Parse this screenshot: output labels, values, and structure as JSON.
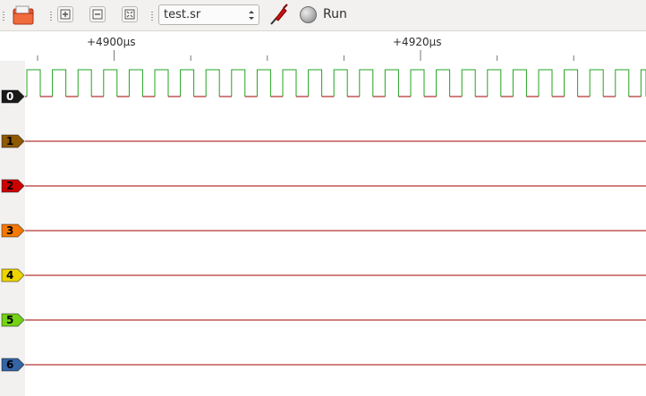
{
  "toolbar": {
    "file": {
      "icon": "open-file-icon"
    },
    "zoom_in": {
      "icon": "zoom-in-icon"
    },
    "zoom_out": {
      "icon": "zoom-out-icon"
    },
    "zoom_fit": {
      "icon": "zoom-fit-icon"
    },
    "device_select": {
      "value": "test.sr"
    },
    "probe": {
      "icon": "probe-icon"
    },
    "run": {
      "icon": "run-indicator-icon",
      "label": "Run"
    }
  },
  "ruler": {
    "ticks": [
      "+4900µs",
      "+4920µs"
    ]
  },
  "channels": [
    {
      "id": "0",
      "color": "#1a1a1a",
      "text_color": "#ffffff"
    },
    {
      "id": "1",
      "color": "#8f5902",
      "text_color": "#000000"
    },
    {
      "id": "2",
      "color": "#cc0000",
      "text_color": "#000000"
    },
    {
      "id": "3",
      "color": "#f57900",
      "text_color": "#000000"
    },
    {
      "id": "4",
      "color": "#edd400",
      "text_color": "#000000"
    },
    {
      "id": "5",
      "color": "#73d216",
      "text_color": "#000000"
    },
    {
      "id": "6",
      "color": "#3465a4",
      "text_color": "#000000"
    }
  ],
  "colors": {
    "signal_high": "#23a323",
    "signal_low": "#a40000"
  }
}
